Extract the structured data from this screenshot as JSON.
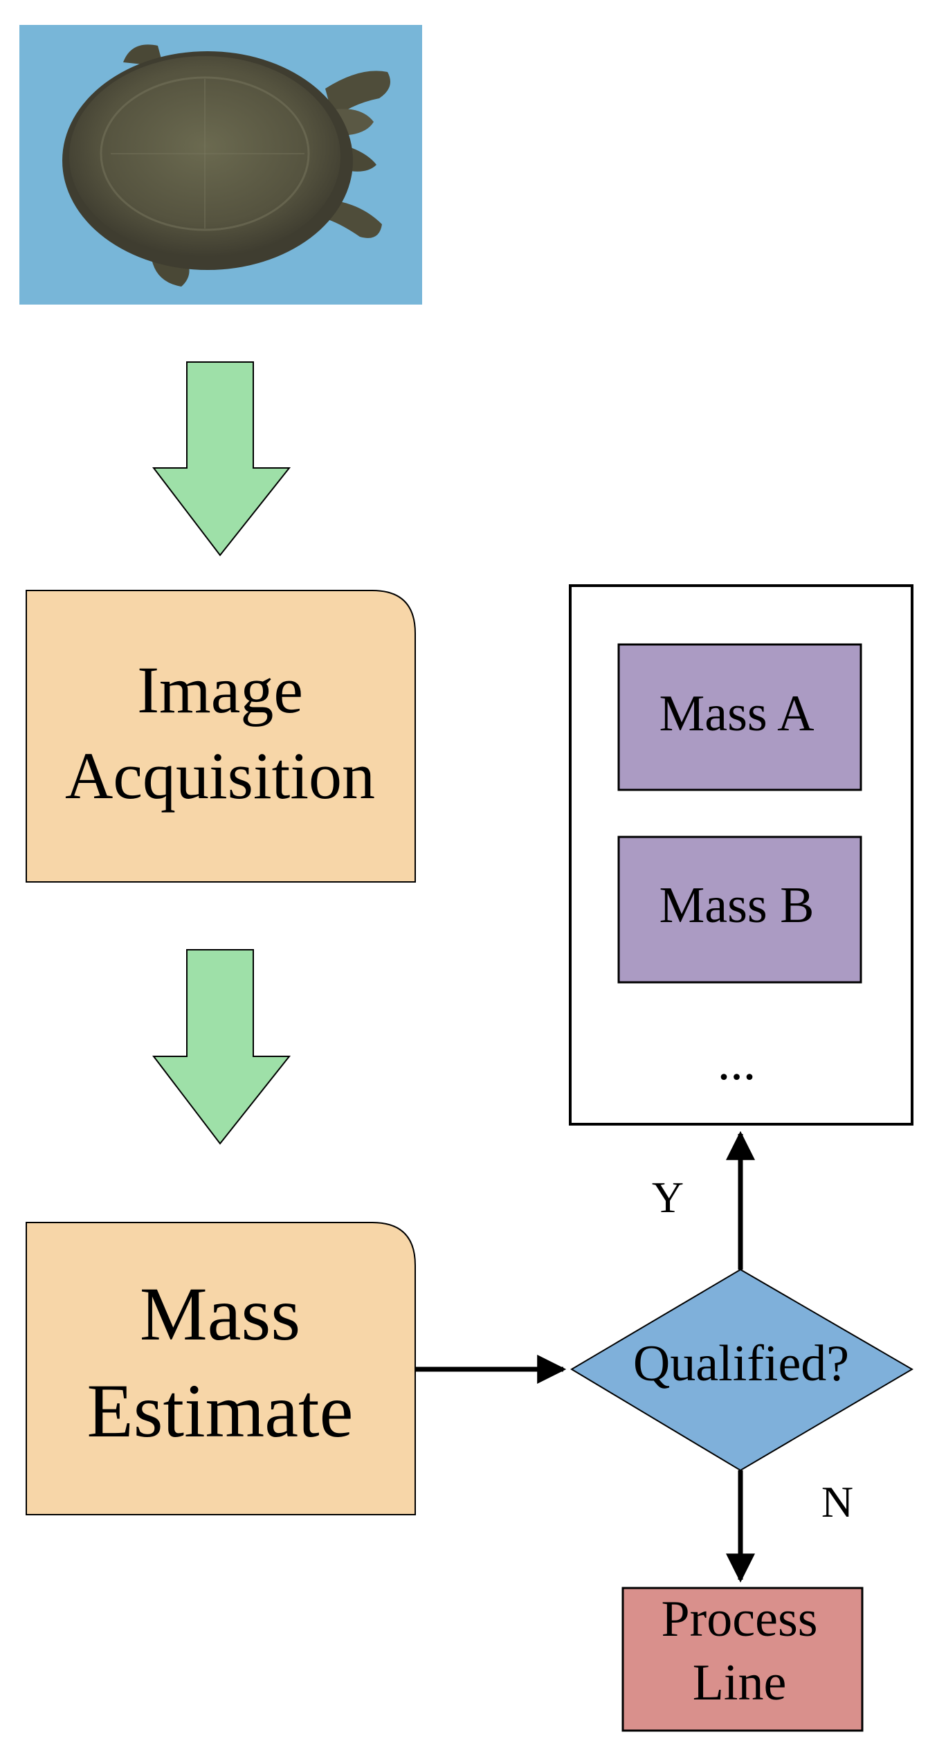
{
  "diagram": {
    "nodes": {
      "image_acquisition": {
        "label": "Image\nAcquisition"
      },
      "mass_estimate": {
        "label": "Mass\nEstimate"
      },
      "qualified": {
        "label": "Qualified?"
      },
      "mass_a": {
        "label": "Mass A"
      },
      "mass_b": {
        "label": "Mass B"
      },
      "more": {
        "label": "..."
      },
      "process_line": {
        "label": "Process\nLine"
      }
    },
    "edges": {
      "yes_label": "Y",
      "no_label": "N"
    },
    "photo": {
      "subject": "softshell turtle"
    }
  },
  "colors": {
    "process_box_fill": "#f7d6a8",
    "down_arrow_fill": "#9ee0a8",
    "mass_box_fill": "#ab9bc3",
    "decision_fill": "#7fb0da",
    "process_line_fill": "#d9908c",
    "photo_background": "#78b6d8",
    "turtle_shell": "#5c5a44",
    "stroke": "#000000"
  }
}
